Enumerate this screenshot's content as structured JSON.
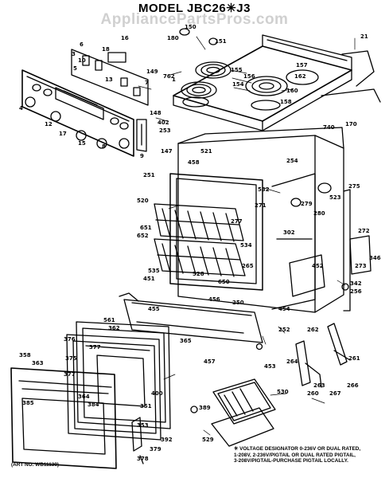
{
  "title": "MODEL JBC26✳J3",
  "watermark": "AppliancePartsPros.com",
  "art_no": "(ART NO. WB11139)",
  "voltage_note": {
    "line1": "✳ VOLTAGE DESIGNATOR 0-236V OR DUAL RATED,",
    "line2": "1-208V, 2-236V/PIGTAIL OR DUAL RATED PIGTAIL,",
    "line3": "3-208V/PIGTAIL-PURCHASE PIGTAIL LOCALLY."
  },
  "part_labels": [
    {
      "id": "p21",
      "text": "21"
    },
    {
      "id": "p150",
      "text": "150"
    },
    {
      "id": "p151",
      "text": "151"
    },
    {
      "id": "p180",
      "text": "180"
    },
    {
      "id": "p16",
      "text": "16"
    },
    {
      "id": "p6",
      "text": "6"
    },
    {
      "id": "p3",
      "text": "3"
    },
    {
      "id": "p10",
      "text": "10"
    },
    {
      "id": "p5",
      "text": "5"
    },
    {
      "id": "p18",
      "text": "18"
    },
    {
      "id": "p13",
      "text": "13"
    },
    {
      "id": "p149",
      "text": "149"
    },
    {
      "id": "p7",
      "text": "7"
    },
    {
      "id": "p762",
      "text": "762"
    },
    {
      "id": "p157",
      "text": "157"
    },
    {
      "id": "p155",
      "text": "155"
    },
    {
      "id": "p154",
      "text": "154"
    },
    {
      "id": "p156",
      "text": "156"
    },
    {
      "id": "p162",
      "text": "162"
    },
    {
      "id": "p158",
      "text": "158"
    },
    {
      "id": "p160",
      "text": "160"
    },
    {
      "id": "p1",
      "text": "1"
    },
    {
      "id": "p4",
      "text": "4"
    },
    {
      "id": "p12",
      "text": "12"
    },
    {
      "id": "p17",
      "text": "17"
    },
    {
      "id": "p15",
      "text": "15"
    },
    {
      "id": "p8",
      "text": "8"
    },
    {
      "id": "p148",
      "text": "148"
    },
    {
      "id": "p402",
      "text": "402"
    },
    {
      "id": "p253",
      "text": "253"
    },
    {
      "id": "p9",
      "text": "9"
    },
    {
      "id": "p147",
      "text": "147"
    },
    {
      "id": "p740",
      "text": "740"
    },
    {
      "id": "p170",
      "text": "170"
    },
    {
      "id": "p521",
      "text": "521"
    },
    {
      "id": "p458",
      "text": "458"
    },
    {
      "id": "p254",
      "text": "254"
    },
    {
      "id": "p251",
      "text": "251"
    },
    {
      "id": "p532",
      "text": "532"
    },
    {
      "id": "p520",
      "text": "520"
    },
    {
      "id": "p271",
      "text": "271"
    },
    {
      "id": "p275",
      "text": "275"
    },
    {
      "id": "p277",
      "text": "277"
    },
    {
      "id": "p651",
      "text": "651"
    },
    {
      "id": "p652",
      "text": "652"
    },
    {
      "id": "p534",
      "text": "534"
    },
    {
      "id": "p279",
      "text": "279"
    },
    {
      "id": "p280",
      "text": "280"
    },
    {
      "id": "p523",
      "text": "523"
    },
    {
      "id": "p302",
      "text": "302"
    },
    {
      "id": "p272",
      "text": "272"
    },
    {
      "id": "p273",
      "text": "273"
    },
    {
      "id": "p346",
      "text": "346"
    },
    {
      "id": "p265",
      "text": "265"
    },
    {
      "id": "p452",
      "text": "452"
    },
    {
      "id": "p535",
      "text": "535"
    },
    {
      "id": "p528",
      "text": "528"
    },
    {
      "id": "p650",
      "text": "650"
    },
    {
      "id": "p451",
      "text": "451"
    },
    {
      "id": "p456",
      "text": "456"
    },
    {
      "id": "p250",
      "text": "250"
    },
    {
      "id": "p342",
      "text": "342"
    },
    {
      "id": "p256",
      "text": "256"
    },
    {
      "id": "p455",
      "text": "455"
    },
    {
      "id": "p457",
      "text": "457"
    },
    {
      "id": "p454",
      "text": "454"
    },
    {
      "id": "p453",
      "text": "453"
    },
    {
      "id": "p252",
      "text": "252"
    },
    {
      "id": "p561",
      "text": "561"
    },
    {
      "id": "p362",
      "text": "362"
    },
    {
      "id": "p365",
      "text": "365"
    },
    {
      "id": "p262",
      "text": "262"
    },
    {
      "id": "p261",
      "text": "261"
    },
    {
      "id": "p264",
      "text": "264"
    },
    {
      "id": "p263",
      "text": "263"
    },
    {
      "id": "p260",
      "text": "260"
    },
    {
      "id": "p267",
      "text": "267"
    },
    {
      "id": "p266",
      "text": "266"
    },
    {
      "id": "p358",
      "text": "358"
    },
    {
      "id": "p376",
      "text": "376"
    },
    {
      "id": "p377",
      "text": "377"
    },
    {
      "id": "p375",
      "text": "375"
    },
    {
      "id": "p377b",
      "text": "377"
    },
    {
      "id": "p363",
      "text": "363"
    },
    {
      "id": "p364",
      "text": "364"
    },
    {
      "id": "p400",
      "text": "400"
    },
    {
      "id": "p385",
      "text": "385"
    },
    {
      "id": "p384",
      "text": "384"
    },
    {
      "id": "p351",
      "text": "351"
    },
    {
      "id": "p389",
      "text": "389"
    },
    {
      "id": "p530",
      "text": "530"
    },
    {
      "id": "p529",
      "text": "529"
    },
    {
      "id": "p353",
      "text": "353"
    },
    {
      "id": "p392",
      "text": "392"
    },
    {
      "id": "p379",
      "text": "379"
    },
    {
      "id": "p378",
      "text": "378"
    }
  ]
}
